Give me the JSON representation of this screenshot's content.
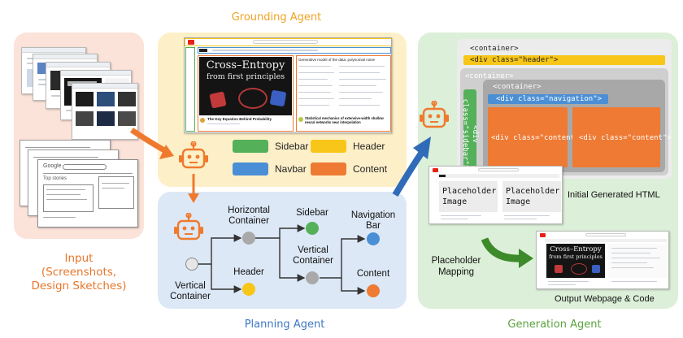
{
  "input": {
    "label_line1": "Input",
    "label_line2": "(Screenshots,",
    "label_line3": "Design Sketches)",
    "sketch_search_text": "Google",
    "sketch_heading": "Top stories"
  },
  "grounding": {
    "title": "Grounding Agent",
    "video_title_line1": "Cross–Entropy",
    "video_title_line2": "from first principles",
    "video_caption": "The Key Equation Behind Probability",
    "side_heading": "Generative model of the data: polynomial noise",
    "side_caption": "Statistical mechanics of extensive-width shallow neural networks near interpolation",
    "legend": [
      {
        "label": "Sidebar",
        "color": "#55b05a"
      },
      {
        "label": "Header",
        "color": "#f7c618"
      },
      {
        "label": "Navbar",
        "color": "#4a8fd6"
      },
      {
        "label": "Content",
        "color": "#ee7a33"
      }
    ]
  },
  "planning": {
    "title": "Planning Agent",
    "nodes": {
      "root": "Vertical Container",
      "hcontainer": "Horizontal Container",
      "header": "Header",
      "sidebar": "Sidebar",
      "vcontainer": "Vertical Container",
      "navbar": "Navigation Bar",
      "content": "Content"
    }
  },
  "generation": {
    "title": "Generation Agent",
    "code": {
      "container_outer": "<container>",
      "header_div": "<div class=\"header\">",
      "container_mid": "<container>",
      "container_inner": "<container>",
      "sidebar_div": "<div class=\"sidebar\">",
      "nav_div": "<div class=\"navigation\">",
      "content_div_1": "<div class=\"content\">",
      "content_div_2": "<div class=\"content\">"
    },
    "placeholder_text": "Placeholder Image",
    "initial_label": "Initial Generated HTML",
    "mapping_label": "Placeholder Mapping",
    "output_label": "Output Webpage & Code",
    "output_video_line1": "Cross–Entropy",
    "output_video_line2": "from first principles"
  },
  "colors": {
    "input_bg": "#fbe3d9",
    "grounding_bg": "#fdf0c8",
    "planning_bg": "#dde8f6",
    "generation_bg": "#dcefd8",
    "orange": "#ef7a2e",
    "blue_arrow": "#2f6bb8",
    "green_arrow": "#3d8a2a"
  }
}
